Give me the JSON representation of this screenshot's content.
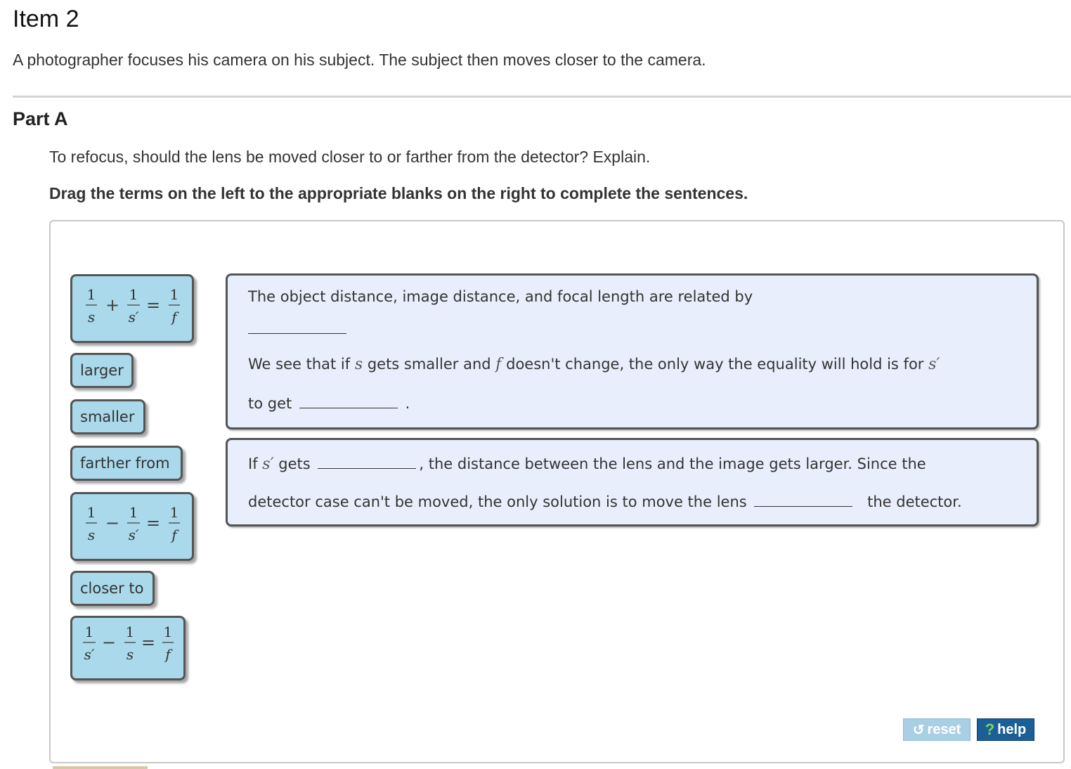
{
  "item": {
    "title": "Item 2",
    "intro": "A photographer focuses his camera on his subject. The subject then moves closer to the camera."
  },
  "part": {
    "title": "Part A",
    "question": "To refocus, should the lens be moved closer to or farther from the detector? Explain.",
    "instruction": "Drag the terms on the left to the appropriate blanks on the right to complete the sentences."
  },
  "terms": {
    "eq1": {
      "n1": "1",
      "d1": "s",
      "op": "+",
      "n2": "1",
      "d2": "s′",
      "n3": "1",
      "d3": "f"
    },
    "larger": "larger",
    "smaller": "smaller",
    "farther_from": "farther from",
    "eq2": {
      "n1": "1",
      "d1": "s",
      "op": "−",
      "n2": "1",
      "d2": "s′",
      "n3": "1",
      "d3": "f"
    },
    "closer_to": "closer to",
    "eq3": {
      "n1": "1",
      "d1": "s′",
      "op": "−",
      "n2": "1",
      "d2": "s",
      "n3": "1",
      "d3": "f"
    }
  },
  "box1": {
    "line1": "The object distance, image distance, and focal length are related by",
    "line2_a": "We see that if",
    "var_s": "s",
    "line2_b": "gets smaller and",
    "var_f": "f",
    "line2_c": "doesn't change, the only way the equality will hold is for",
    "var_s_prime": "s′",
    "line3_a": "to get",
    "line3_end": "."
  },
  "box2": {
    "line1_a": "If",
    "var_s_prime": "s′",
    "line1_b": "gets",
    "line1_c": ", the distance between the lens and the image gets larger. Since the",
    "line2_a": "detector case can't be moved, the only solution is to move the lens",
    "line2_b": "the detector."
  },
  "buttons": {
    "reset_icon": "↺",
    "reset": "reset",
    "help_icon": "?",
    "help": "help"
  },
  "colors": {
    "tile_bg": "#a9d9ea",
    "target_bg": "#e8eefb",
    "help_bg": "#1a5f96",
    "reset_bg": "#a9cfe4"
  }
}
